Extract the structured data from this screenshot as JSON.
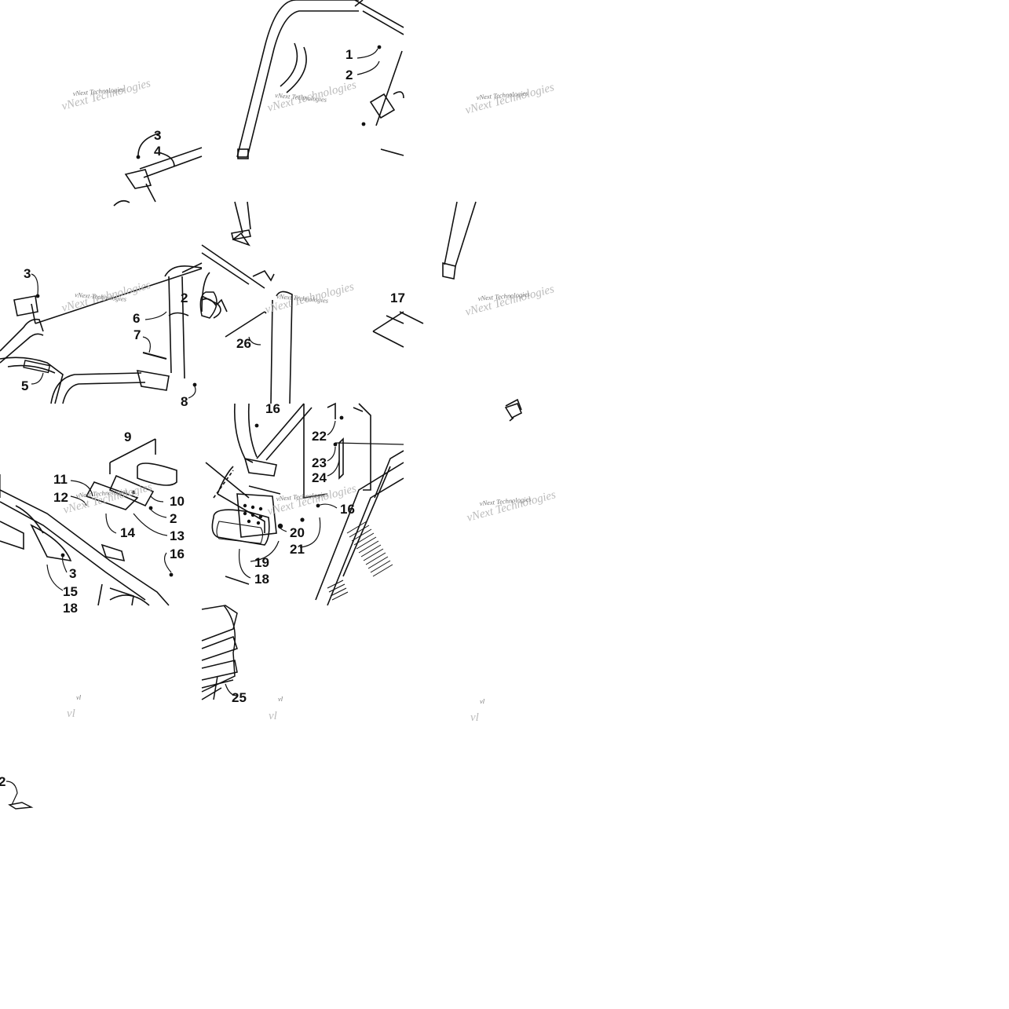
{
  "watermark": "vNext Technologies",
  "watermark_short": "vl",
  "labels": {
    "l1": "1",
    "l2": "2",
    "l3": "3",
    "l4": "4",
    "l5": "5",
    "l6": "6",
    "l7": "7",
    "l8": "8",
    "l9": "9",
    "l10": "10",
    "l11": "11",
    "l12": "12",
    "l13": "13",
    "l14": "14",
    "l15": "15",
    "l16": "16",
    "l17": "17",
    "l18": "18",
    "l19": "19",
    "l20": "20",
    "l21": "21",
    "l22": "22",
    "l23": "23",
    "l24": "24",
    "l25": "25",
    "l26": "26"
  }
}
